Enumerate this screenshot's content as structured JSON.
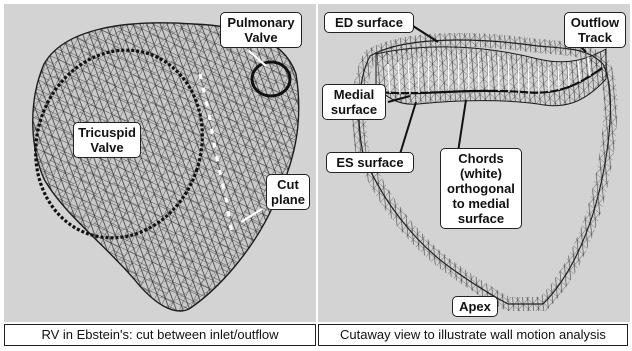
{
  "left_panel": {
    "labels": {
      "pulmonary_valve": "Pulmonary\nValve",
      "tricuspid_valve": "Tricuspid\nValve",
      "cut_plane": "Cut\nplane"
    },
    "caption": "RV in Ebstein's: cut between inlet/outflow"
  },
  "right_panel": {
    "labels": {
      "ed_surface": "ED surface",
      "outflow_track": "Outflow\nTrack",
      "medial_surface": "Medial\nsurface",
      "es_surface": "ES surface",
      "chords": "Chords\n(white)\northogonal\nto medial\nsurface",
      "apex": "Apex"
    },
    "caption": "Cutaway view to illustrate wall motion analysis"
  },
  "colors": {
    "panel_background": "#d3d3d3",
    "mesh": "#2a2a2a",
    "valve_ring": "#111111",
    "chords": "#ffffff"
  }
}
